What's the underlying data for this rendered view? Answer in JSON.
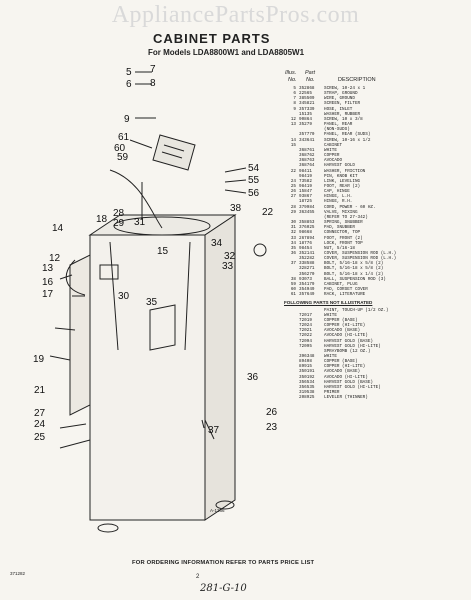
{
  "watermark": "AppliancePartsPros.com",
  "title": "CABINET PARTS",
  "models": "For Models LDA8800W1 and LDA8805W1",
  "columns": {
    "ill1": "Illus.",
    "ill2": "No.",
    "part": "Part",
    "part2": "No.",
    "desc": "DESCRIPTION"
  },
  "diagram_labels": [
    "5",
    "6",
    "7",
    "8",
    "9",
    "61",
    "60",
    "59",
    "54",
    "55",
    "56",
    "22",
    "38",
    "28",
    "29",
    "31",
    "18",
    "14",
    "12",
    "13",
    "16",
    "17",
    "33",
    "34",
    "15",
    "32",
    "30",
    "35",
    "19",
    "21",
    "27",
    "24",
    "25",
    "36",
    "37",
    "26",
    "23"
  ],
  "parts": [
    {
      "ill": "5",
      "part": "352868",
      "desc": "SCREW, 10-24 x 1"
    },
    {
      "ill": "6",
      "part": "22565",
      "desc": "STRAP, GROUND"
    },
    {
      "ill": "7",
      "part": "385509",
      "desc": "WIRE, GROUND"
    },
    {
      "ill": "8",
      "part": "345821",
      "desc": "SCREEN, FILTER"
    },
    {
      "ill": "9",
      "part": "357339",
      "desc": "HOSE, INLET"
    },
    {
      "ill": "",
      "part": "15135",
      "desc": "WASHER, RUBBER"
    },
    {
      "ill": "12",
      "part": "90864",
      "desc": "SCREW, 10 x 3/8"
    },
    {
      "ill": "13",
      "part": "35279",
      "desc": "PANEL, REAR"
    },
    {
      "ill": "",
      "part": "",
      "desc": "(NON-SUDS)"
    },
    {
      "ill": "",
      "part": "357770",
      "desc": "PANEL, REAR (SUDS)"
    },
    {
      "ill": "14",
      "part": "343641",
      "desc": "SCREW, 10-16 x 1/2"
    },
    {
      "ill": "15",
      "part": "",
      "desc": "CABINET"
    },
    {
      "ill": "",
      "part": "368761",
      "desc": "WHITE"
    },
    {
      "ill": "",
      "part": "368762",
      "desc": "COPPER"
    },
    {
      "ill": "",
      "part": "368763",
      "desc": "AVOCADO"
    },
    {
      "ill": "",
      "part": "368764",
      "desc": "HARVEST GOLD"
    },
    {
      "ill": "22",
      "part": "98411",
      "desc": "WASHER, FRICTION"
    },
    {
      "ill": "",
      "part": "98419",
      "desc": "PIN, KNOB KIT"
    },
    {
      "ill": "24",
      "part": "73582",
      "desc": "LINK, LEVELING"
    },
    {
      "ill": "25",
      "part": "98419",
      "desc": "FOOT, REAR (2)"
    },
    {
      "ill": "26",
      "part": "15847",
      "desc": "CAP, HINGE"
    },
    {
      "ill": "27",
      "part": "93867",
      "desc": "HINGE, L.H."
    },
    {
      "ill": "",
      "part": "18725",
      "desc": "HINGE, R.H."
    },
    {
      "ill": "28",
      "part": "379984",
      "desc": "CORD, POWER - 60 HZ."
    },
    {
      "ill": "29",
      "part": "363455",
      "desc": "VALVE, MIXING"
    },
    {
      "ill": "",
      "part": "",
      "desc": "(REFER TO 27-342)"
    },
    {
      "ill": "30",
      "part": "358853",
      "desc": "SPRING, SNUBBER"
    },
    {
      "ill": "31",
      "part": "376025",
      "desc": "PAD, SNUBBER"
    },
    {
      "ill": "32",
      "part": "98668",
      "desc": "CONNECTOR, TOP"
    },
    {
      "ill": "33",
      "part": "267894",
      "desc": "FOOT, FRONT (2)"
    },
    {
      "ill": "34",
      "part": "18776",
      "desc": "LOCK, FRONT TOP"
    },
    {
      "ill": "35",
      "part": "98454",
      "desc": "NUT, 5/16-18"
    },
    {
      "ill": "36",
      "part": "352141",
      "desc": "COVER, SUSPENSION ROD (L.H.)"
    },
    {
      "ill": "",
      "part": "352282",
      "desc": "COVER, SUSPENSION ROD (L.H.)"
    },
    {
      "ill": "37",
      "part": "338588",
      "desc": "BOLT, 5/16-18 x 5/8 (2)"
    },
    {
      "ill": "",
      "part": "328271",
      "desc": "BOLT, 5/16-18 x 5/8 (2)"
    },
    {
      "ill": "",
      "part": "356270",
      "desc": "BOLT, 5/16-18 x 1/4 (2)"
    },
    {
      "ill": "38",
      "part": "93073",
      "desc": "BALL, SUSPENSION ROD (3)"
    },
    {
      "ill": "59",
      "part": "354179",
      "desc": "CABINET, PLUG"
    },
    {
      "ill": "60",
      "part": "354949",
      "desc": "PAD, CORSET COVER"
    },
    {
      "ill": "61",
      "part": "357649",
      "desc": "RACK, LITERATURE"
    }
  ],
  "not_illustrated_title": "FOLLOWING PARTS NOT ILLUSTRATED",
  "not_illustrated": [
    {
      "part": "",
      "desc": "PAINT, TOUCH-UP (1/2 OZ.)"
    },
    {
      "part": "72017",
      "desc": "WHITE"
    },
    {
      "part": "72019",
      "desc": "COPPER (BASE)"
    },
    {
      "part": "72024",
      "desc": "COPPER (HI-LITE)"
    },
    {
      "part": "72021",
      "desc": "AVOCADO (BASE)"
    },
    {
      "part": "72022",
      "desc": "AVOCADO (HI-LITE)"
    },
    {
      "part": "72094",
      "desc": "HARVEST GOLD (BASE)"
    },
    {
      "part": "72095",
      "desc": "HARVEST GOLD (HI-LITE)"
    },
    {
      "part": "",
      "desc": "SPRAYBOMB (12 OZ.)"
    },
    {
      "part": "396348",
      "desc": "WHITE"
    },
    {
      "part": "89408",
      "desc": "COPPER (BASE)"
    },
    {
      "part": "89915",
      "desc": "COPPER (HI-LITE)"
    },
    {
      "part": "350191",
      "desc": "AVOCADO (BASE)"
    },
    {
      "part": "350192",
      "desc": "AVOCADO (HI-LITE)"
    },
    {
      "part": "356534",
      "desc": "HARVEST GOLD (BASE)"
    },
    {
      "part": "356535",
      "desc": "HARVEST GOLD (HI-LITE)"
    },
    {
      "part": "319538",
      "desc": "PRIMER"
    },
    {
      "part": "208925",
      "desc": "LEVELER (THINNER)"
    }
  ],
  "figure_id": "A-1286",
  "footer": "FOR ORDERING INFORMATION REFER TO PARTS PRICE LIST",
  "page_number": "2",
  "doc_number": "371282",
  "handwritten": "281-G-10"
}
